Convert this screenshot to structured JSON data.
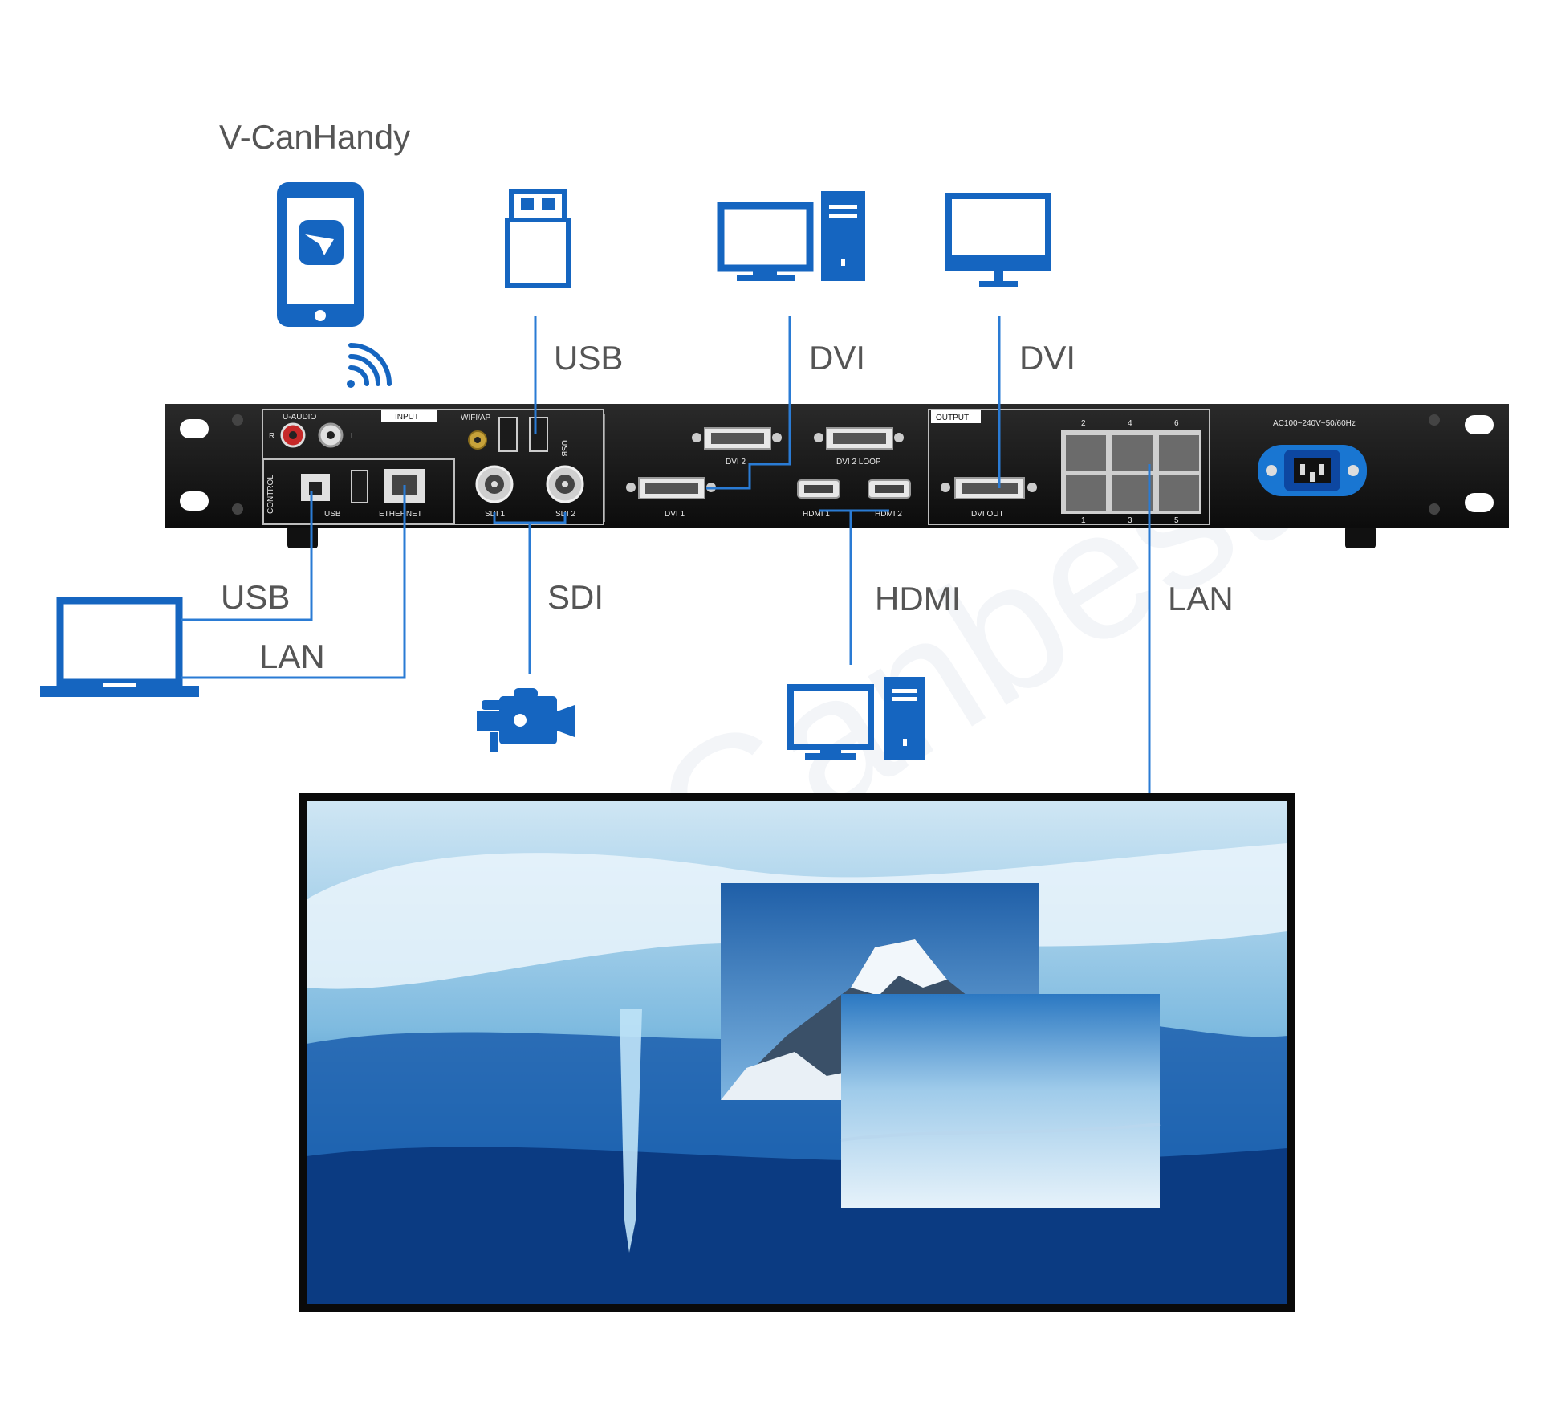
{
  "labels": {
    "app": "V-CanHandy",
    "usb_top": "USB",
    "dvi_in": "DVI",
    "dvi_out": "DVI",
    "usb_ctrl": "USB",
    "lan_ctrl": "LAN",
    "sdi": "SDI",
    "hdmi": "HDMI",
    "lan_out": "LAN"
  },
  "watermark": "Canbest",
  "panel": {
    "u_audio": "U-AUDIO",
    "r": "R",
    "l": "L",
    "input": "INPUT",
    "wifi_ap": "WIFI/AP",
    "usb_vertical": "USB",
    "control": "CONTROL",
    "usb_port": "USB",
    "ethernet": "ETHERNET",
    "sdi1": "SDI 1",
    "sdi2": "SDI 2",
    "dvi2": "DVI 2",
    "dvi2_loop": "DVI 2 LOOP",
    "dvi1": "DVI 1",
    "hdmi1": "HDMI 1",
    "hdmi2": "HDMI 2",
    "output": "OUTPUT",
    "dvi_out": "DVI OUT",
    "ports_top": [
      "2",
      "4",
      "6"
    ],
    "ports_bottom": [
      "1",
      "3",
      "5"
    ],
    "power": "AC100~240V~50/60Hz"
  },
  "colors": {
    "accent": "#1565c0",
    "line": "#2a7bd4",
    "chassis": "#111111",
    "label": "#555555"
  },
  "icons": [
    "smartphone-icon",
    "wifi-icon",
    "usb-stick-icon",
    "desktop-pc-icon",
    "monitor-icon",
    "laptop-icon",
    "video-camera-icon",
    "led-screen"
  ]
}
